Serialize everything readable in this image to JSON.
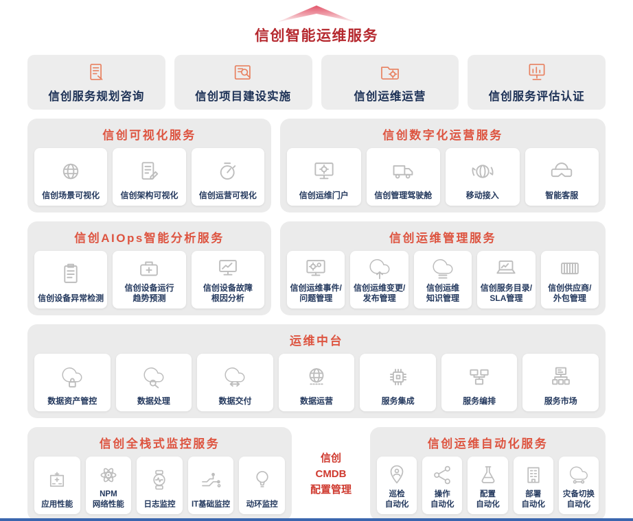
{
  "title": "信创智能运维服务",
  "colors": {
    "title_red": "#b5282e",
    "panel_header_red": "#dd5440",
    "cmdb_red": "#cf3a2f",
    "panel_bg": "#ebebeb",
    "card_label_navy": "#24395e",
    "top_icon_orange": "#e8805f",
    "bottom_bar_blue": "#3a66ae"
  },
  "top_services": [
    {
      "label": "信创服务规划咨询",
      "icon": "report-document-icon"
    },
    {
      "label": "信创项目建设实施",
      "icon": "project-blueprint-icon"
    },
    {
      "label": "信创运维运营",
      "icon": "folder-gear-icon"
    },
    {
      "label": "信创服务评估认证",
      "icon": "chart-presentation-icon"
    }
  ],
  "panels": {
    "visualization": {
      "title": "信创可视化服务",
      "items": [
        {
          "label": "信创场景可视化",
          "icon": "globe-map-icon"
        },
        {
          "label": "信创架构可视化",
          "icon": "document-pen-icon"
        },
        {
          "label": "信创运营可视化",
          "icon": "gauge-icon"
        }
      ]
    },
    "digital_ops": {
      "title": "信创数字化运营服务",
      "items": [
        {
          "label": "信创运维门户",
          "icon": "screen-gear-icon"
        },
        {
          "label": "信创管理驾驶舱",
          "icon": "truck-icon"
        },
        {
          "label": "移动接入",
          "icon": "globe-arrows-icon"
        },
        {
          "label": "智能客服",
          "icon": "vr-headset-icon"
        }
      ]
    },
    "aiops": {
      "title": "信创AIOps智能分析服务",
      "items": [
        {
          "label": "信创设备异常检测",
          "icon": "clipboard-list-icon"
        },
        {
          "label": "信创设备运行\n趋势预测",
          "icon": "medkit-icon"
        },
        {
          "label": "信创设备故障\n根因分析",
          "icon": "monitor-chart-icon"
        }
      ]
    },
    "ops_management": {
      "title": "信创运维管理服务",
      "items": [
        {
          "label": "信创运维事件/\n问题管理",
          "icon": "screen-gears-icon"
        },
        {
          "label": "信创运维变更/\n发布管理",
          "icon": "cloud-upload-icon"
        },
        {
          "label": "信创运维\n知识管理",
          "icon": "cloud-list-icon"
        },
        {
          "label": "信创服务目录/\nSLA管理",
          "icon": "laptop-chart-icon"
        },
        {
          "label": "信创供应商/\n外包管理",
          "icon": "container-icon"
        }
      ]
    },
    "middle_platform": {
      "title": "运维中台",
      "items": [
        {
          "label": "数据资产管控",
          "icon": "cloud-lock-icon"
        },
        {
          "label": "数据处理",
          "icon": "cloud-search-icon"
        },
        {
          "label": "数据交付",
          "icon": "cloud-transfer-icon"
        },
        {
          "label": "数据运营",
          "icon": "globe-network-icon"
        },
        {
          "label": "服务集成",
          "icon": "chip-icon"
        },
        {
          "label": "服务编排",
          "icon": "monitor-nodes-icon"
        },
        {
          "label": "服务市场",
          "icon": "server-network-icon"
        }
      ]
    },
    "monitoring": {
      "title": "信创全栈式监控服务",
      "items": [
        {
          "label": "应用性能",
          "icon": "hospital-icon"
        },
        {
          "label": "NPM\n网络性能",
          "icon": "atom-icon"
        },
        {
          "label": "日志监控",
          "icon": "watch-icon"
        },
        {
          "label": "IT基础监控",
          "icon": "circuit-icon"
        },
        {
          "label": "动环监控",
          "icon": "balloon-icon"
        }
      ]
    },
    "cmdb": {
      "label": "信创\nCMDB\n配置管理"
    },
    "automation": {
      "title": "信创运维自动化服务",
      "items": [
        {
          "label": "巡检\n自动化",
          "icon": "person-pin-icon"
        },
        {
          "label": "操作\n自动化",
          "icon": "share-nodes-icon"
        },
        {
          "label": "配置\n自动化",
          "icon": "flask-icon"
        },
        {
          "label": "部署\n自动化",
          "icon": "building-icon"
        },
        {
          "label": "灾备切换\n自动化",
          "icon": "cloud-link-icon"
        }
      ]
    }
  }
}
